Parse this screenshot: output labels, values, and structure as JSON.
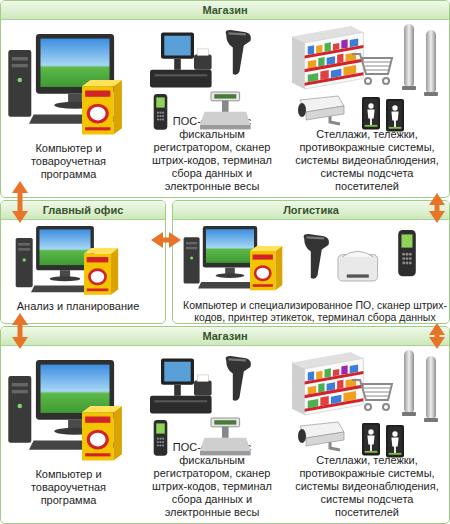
{
  "diagram": {
    "nodes": [
      {
        "text": [
          "Магазин"
        ]
      },
      {
        "text": [
          "Компьютер и товароучетная программа"
        ],
        "in": 0
      },
      {
        "text": [
          "ПОС-система с фискальным регистратором, сканер штрих-кодов, терминал сбора данных и электронные весы"
        ],
        "in": 0
      },
      {
        "text": [
          "Стеллажи, тележки, противокражные системы, системы видеонаблюдения, системы подсчета посетителей"
        ],
        "in": 0
      },
      {
        "text": [
          "Главный офис"
        ]
      },
      {
        "text": [
          "Анализ и планирование"
        ],
        "in": 4
      },
      {
        "text": [
          "Логистика"
        ]
      },
      {
        "text": [
          "Компьютер и специализированное ПО, сканер штрих-кодов, принтер этикеток, терминал сбора данных"
        ],
        "in": 6
      },
      {
        "text": [
          "Магазин"
        ]
      },
      {
        "text": [
          "Компьютер и товароучетная программа"
        ],
        "in": 8
      },
      {
        "text": [
          "ПОС-система с фискальным регистратором, сканер штрих-кодов, терминал сбора данных и электронные весы"
        ],
        "in": 8
      },
      {
        "text": [
          "Стеллажи, тележки, противокражные системы, системы видеонаблюдения, системы подсчета посетителей"
        ],
        "in": 8
      }
    ],
    "edges": [
      {
        "from": 1,
        "to": 5,
        "arrow": "both"
      },
      {
        "from": 5,
        "to": 7,
        "arrow": "both"
      },
      {
        "from": 3,
        "to": 7,
        "arrow": "both"
      },
      {
        "from": 5,
        "to": 9,
        "arrow": "both"
      },
      {
        "from": 7,
        "to": 11,
        "arrow": "both"
      }
    ]
  }
}
